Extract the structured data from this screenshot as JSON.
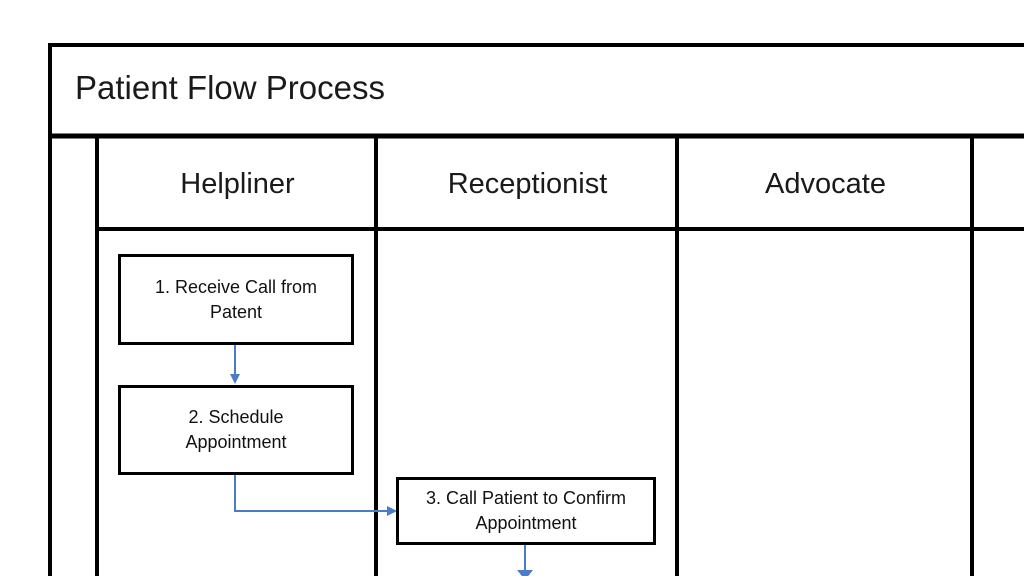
{
  "title": "Patient Flow Process",
  "lanes": [
    {
      "label": "Helpliner"
    },
    {
      "label": "Receptionist"
    },
    {
      "label": "Advocate"
    },
    {
      "label": ""
    }
  ],
  "steps": [
    {
      "text": "1. Receive Call from\nPatent",
      "lane": "Helpliner"
    },
    {
      "text": "2. Schedule\nAppointment",
      "lane": "Helpliner"
    },
    {
      "text": "3. Call Patient to Confirm\nAppointment",
      "lane": "Receptionist"
    }
  ],
  "connectors": [
    {
      "from": "1",
      "to": "2"
    },
    {
      "from": "2",
      "to": "3"
    },
    {
      "from": "3",
      "to": "next"
    }
  ],
  "colors": {
    "line": "#000000",
    "arrow": "#4a7cc7"
  }
}
